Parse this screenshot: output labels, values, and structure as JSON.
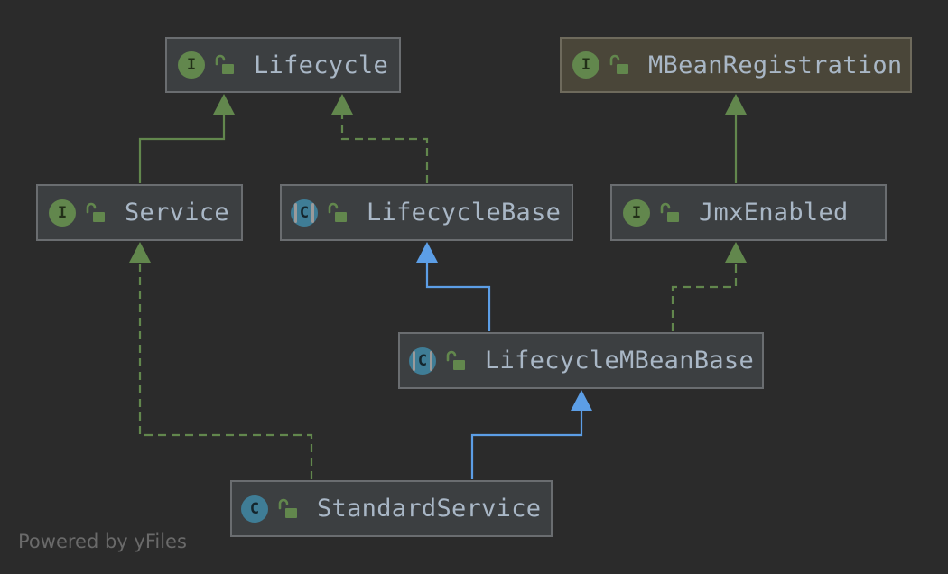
{
  "diagram": {
    "nodes": [
      {
        "id": "lifecycle",
        "name": "Lifecycle",
        "kind": "interface",
        "kind_letter": "I"
      },
      {
        "id": "mbeanregistration",
        "name": "MBeanRegistration",
        "kind": "interface",
        "kind_letter": "I",
        "highlighted": true
      },
      {
        "id": "service",
        "name": "Service",
        "kind": "interface",
        "kind_letter": "I"
      },
      {
        "id": "lifecyclebase",
        "name": "LifecycleBase",
        "kind": "abstract-class",
        "kind_letter": "C"
      },
      {
        "id": "jmxenabled",
        "name": "JmxEnabled",
        "kind": "interface",
        "kind_letter": "I"
      },
      {
        "id": "lifecyclembeanbase",
        "name": "LifecycleMBeanBase",
        "kind": "abstract-class",
        "kind_letter": "C"
      },
      {
        "id": "standardservice",
        "name": "StandardService",
        "kind": "class",
        "kind_letter": "C"
      }
    ],
    "edges": [
      {
        "from": "service",
        "to": "lifecycle",
        "type": "extends-interface"
      },
      {
        "from": "lifecyclebase",
        "to": "lifecycle",
        "type": "implements"
      },
      {
        "from": "jmxenabled",
        "to": "mbeanregistration",
        "type": "extends-interface"
      },
      {
        "from": "lifecyclembeanbase",
        "to": "lifecyclebase",
        "type": "extends-class"
      },
      {
        "from": "lifecyclembeanbase",
        "to": "jmxenabled",
        "type": "implements"
      },
      {
        "from": "standardservice",
        "to": "service",
        "type": "implements"
      },
      {
        "from": "standardservice",
        "to": "lifecyclembeanbase",
        "type": "extends-class"
      }
    ],
    "icons": {
      "visibility": "unlocked-padlock-icon"
    },
    "colors": {
      "background": "#2b2b2b",
      "interface_badge": "#62874d",
      "class_badge": "#3f7d96",
      "interface_edge": "#62874d",
      "class_edge": "#5c9ee6",
      "label": "#a9b7c6"
    }
  },
  "watermark": "Powered by yFiles"
}
